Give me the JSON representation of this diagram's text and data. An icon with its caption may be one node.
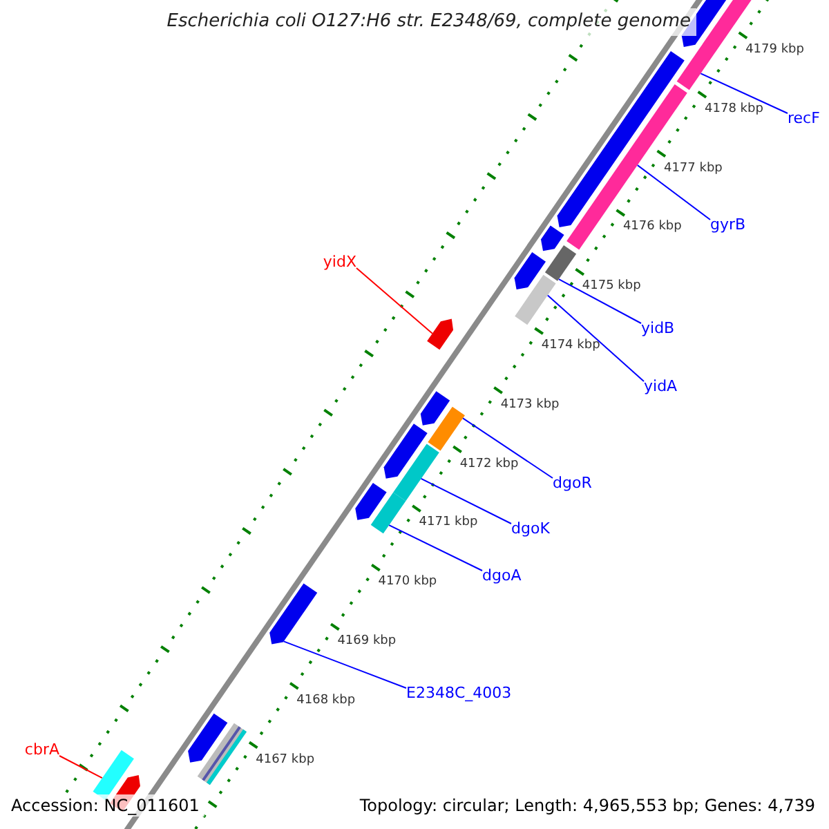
{
  "diagram": {
    "title": "Escherichia coli O127:H6 str. E2348/69, complete genome",
    "nodes": [
      {
        "text": [
          "recF"
        ]
      },
      {
        "text": [
          "gyrB"
        ]
      },
      {
        "text": [
          "yidX"
        ]
      },
      {
        "text": [
          "yidB"
        ]
      },
      {
        "text": [
          "yidA"
        ]
      },
      {
        "text": [
          "dgoR"
        ]
      },
      {
        "text": [
          "dgoK"
        ]
      },
      {
        "text": [
          "dgoA"
        ]
      },
      {
        "text": [
          "E2348C_4003"
        ]
      },
      {
        "text": [
          "cbrA"
        ]
      },
      {
        "text": [],
        "shape": "bar"
      },
      {
        "text": [],
        "shape": "bar"
      },
      {
        "text": [],
        "shape": "pentagon"
      },
      {
        "text": [],
        "shape": "bar"
      },
      {
        "text": [],
        "shape": "bar"
      },
      {
        "text": [],
        "shape": "bar"
      },
      {
        "text": [],
        "shape": "bar"
      },
      {
        "text": [],
        "shape": "bar"
      },
      {
        "text": [],
        "shape": "pentagon"
      },
      {
        "text": [],
        "shape": "bar"
      }
    ],
    "edges": [
      {
        "from": 0,
        "to": 10,
        "arrow": "none"
      },
      {
        "from": 1,
        "to": 11,
        "arrow": "none"
      },
      {
        "from": 2,
        "to": 12,
        "arrow": "none",
        "color": "#ff0000"
      },
      {
        "from": 3,
        "to": 13,
        "arrow": "none"
      },
      {
        "from": 4,
        "to": 14,
        "arrow": "none"
      },
      {
        "from": 5,
        "to": 15,
        "arrow": "none"
      },
      {
        "from": 6,
        "to": 16,
        "arrow": "none"
      },
      {
        "from": 7,
        "to": 17,
        "arrow": "none"
      },
      {
        "from": 8,
        "to": 18,
        "arrow": "none"
      },
      {
        "from": 9,
        "to": 19,
        "arrow": "none",
        "color": "#ff0000"
      }
    ],
    "labels": [
      "4179 kbp",
      "4178 kbp",
      "4177 kbp",
      "4176 kbp",
      "4175 kbp",
      "4174 kbp",
      "4173 kbp",
      "4172 kbp",
      "4171 kbp",
      "4170 kbp",
      "4169 kbp",
      "4168 kbp",
      "4167 kbp",
      "Accession: NC_011601",
      "Topology: circular; Length: 4,965,553 bp; Genes: 4,739"
    ]
  }
}
